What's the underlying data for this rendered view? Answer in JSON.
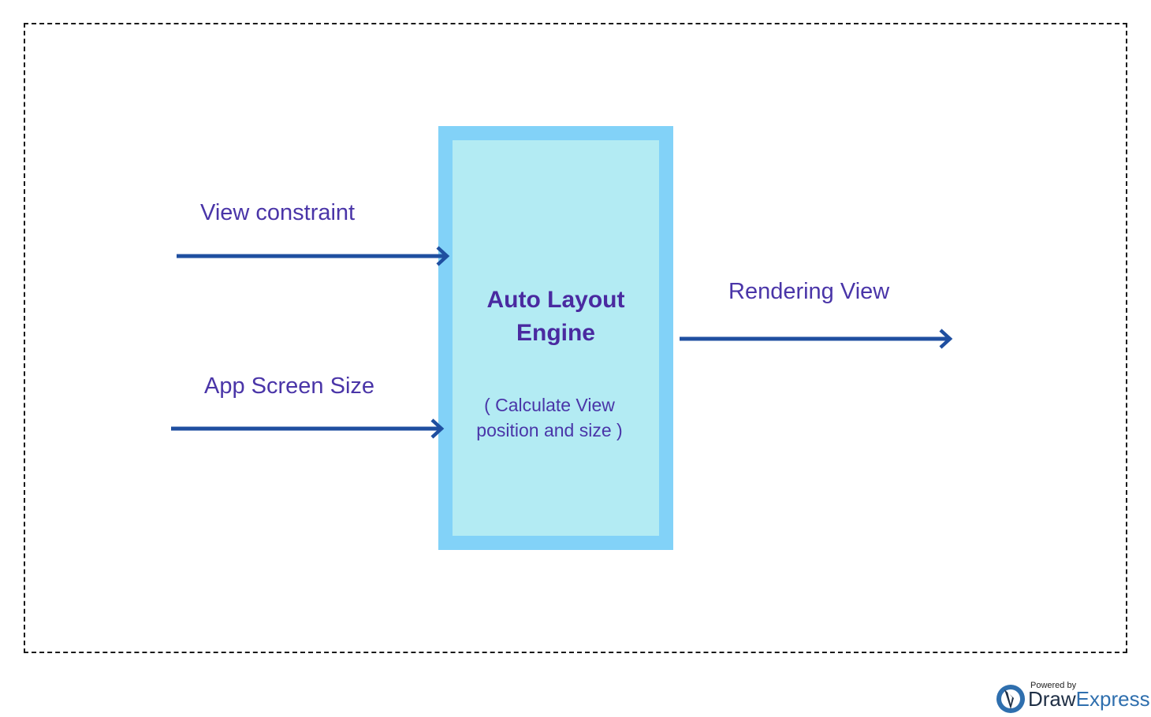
{
  "diagram": {
    "inputs": [
      {
        "label": "View constraint"
      },
      {
        "label": "App Screen Size"
      }
    ],
    "engine": {
      "title_line1": "Auto Layout",
      "title_line2": "Engine",
      "subtitle_line1": "( Calculate View",
      "subtitle_line2": "position and size )"
    },
    "output": {
      "label": "Rendering View"
    }
  },
  "colors": {
    "arrow": "#1f4fa0",
    "label_text": "#4a35a8",
    "box_fill": "#b3ebf3",
    "box_border": "#82d2f8",
    "frame_border": "#1a1a1a"
  },
  "watermark": {
    "powered_by": "Powered by",
    "brand_part1": "Draw",
    "brand_part2": "Express"
  }
}
